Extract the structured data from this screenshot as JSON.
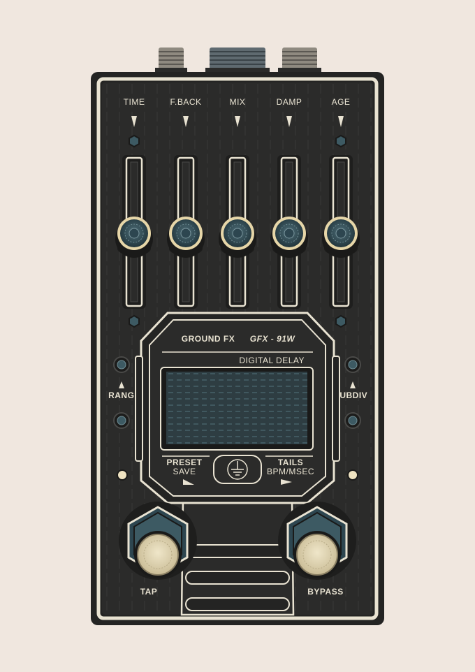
{
  "brand": {
    "name": "GROUND FX",
    "model": "GFX - 91W",
    "subtitle": "DIGITAL DELAY"
  },
  "sliders": [
    {
      "label": "TIME",
      "level": 0.5
    },
    {
      "label": "F.BACK",
      "level": 0.5
    },
    {
      "label": "MIX",
      "level": 0.5
    },
    {
      "label": "DAMP",
      "level": 0.5
    },
    {
      "label": "AGE",
      "level": 0.5
    }
  ],
  "side": {
    "left_label": "RANGE",
    "right_label": "SUBDIV"
  },
  "display": {
    "left_button_label": "PRESET",
    "left_button_sub": "SAVE",
    "right_button_label": "TAILS",
    "right_button_sub": "BPM/MSEC"
  },
  "footswitches": {
    "left_label": "TAP",
    "right_label": "BYPASS"
  },
  "colors": {
    "background": "#f0e7df",
    "enclosure": "#2b2b2a",
    "panel_line": "#e9e3d2",
    "knob": "#2d4650",
    "footswitch": "#d9cfb0",
    "lcd": "#2e3d42",
    "led": "#efe3c1"
  }
}
